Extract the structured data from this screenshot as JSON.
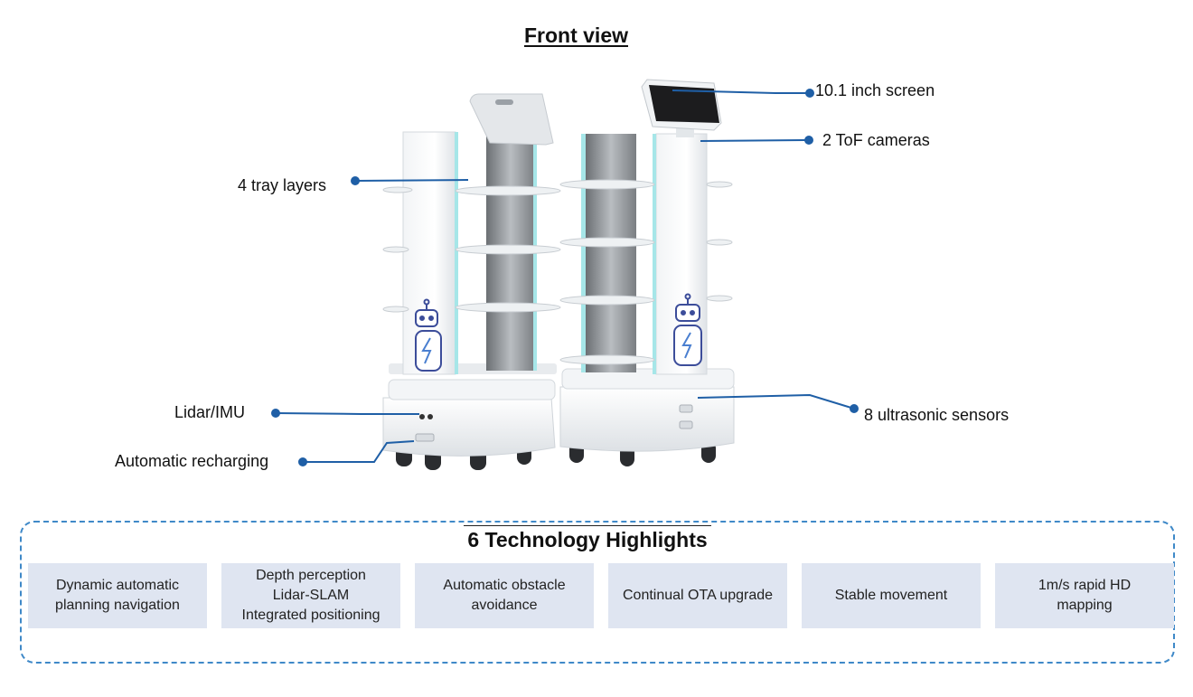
{
  "title": "Front view",
  "callouts": {
    "screen": "10.1 inch screen",
    "tof": "2 ToF cameras",
    "trays": "4 tray layers",
    "lidar": "Lidar/IMU",
    "recharge": "Automatic recharging",
    "ultrasonic": "8 ultrasonic sensors"
  },
  "highlights": {
    "title": "6 Technology Highlights",
    "items": [
      "Dynamic automatic\nplanning navigation",
      "Depth perception\nLidar-SLAM\nIntegrated positioning",
      "Automatic obstacle\navoidance",
      "Continual OTA upgrade",
      "Stable movement",
      "1m/s rapid HD\nmapping"
    ]
  },
  "colors": {
    "accent": "#1f5fa6",
    "card": "#dfe5f1",
    "border": "#3f89c8"
  }
}
